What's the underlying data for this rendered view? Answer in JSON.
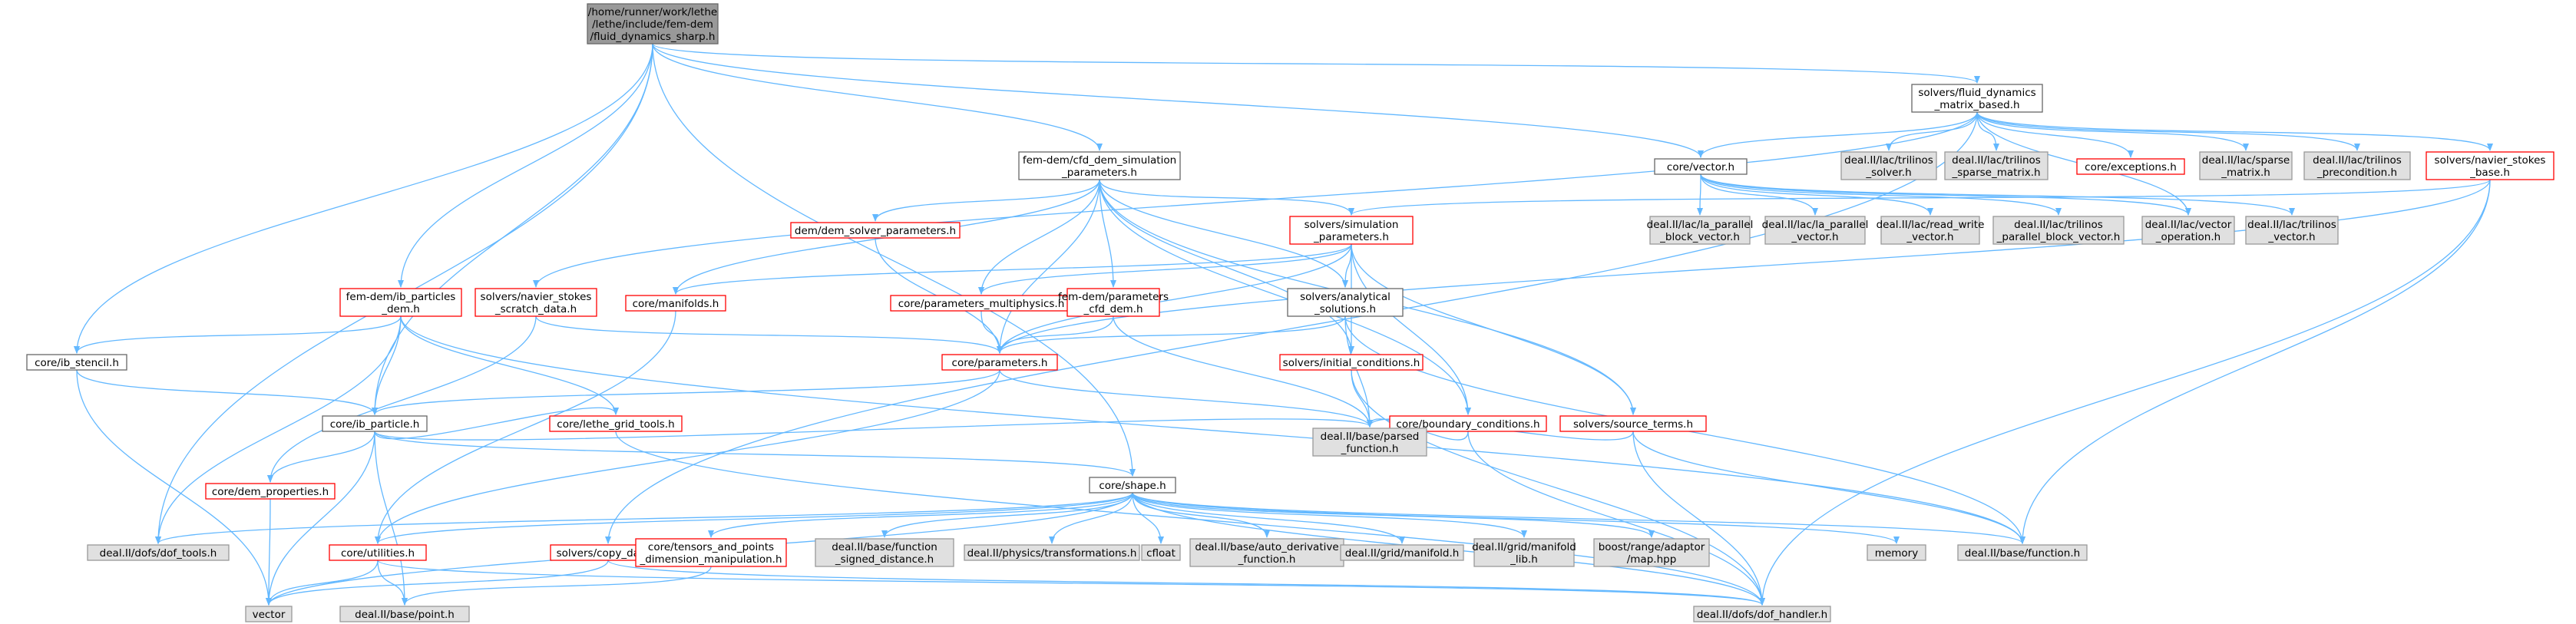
{
  "colors": {
    "edge": "#63b8ff",
    "root_fill": "#999999",
    "root_stroke": "#666666",
    "normal_fill": "#ffffff",
    "normal_stroke": "#666666",
    "red_stroke": "#ff0000",
    "external_fill": "#e0e0e0",
    "external_stroke": "#999999",
    "text": "#000000"
  },
  "nodes": [
    {
      "id": "root",
      "kind": "root",
      "lines": [
        "/home/runner/work/lethe",
        "/lethe/include/fem-dem",
        "/fluid_dynamics_sharp.h"
      ]
    },
    {
      "id": "fluid_matrix",
      "kind": "normal",
      "lines": [
        "solvers/fluid_dynamics",
        "_matrix_based.h"
      ]
    },
    {
      "id": "cfd_dem_params",
      "kind": "normal",
      "lines": [
        "fem-dem/cfd_dem_simulation",
        "_parameters.h"
      ]
    },
    {
      "id": "core_vector",
      "kind": "normal",
      "lines": [
        "core/vector.h"
      ]
    },
    {
      "id": "trilinos_solver",
      "kind": "external",
      "lines": [
        "deal.II/lac/trilinos",
        "_solver.h"
      ]
    },
    {
      "id": "trilinos_sparse_matrix",
      "kind": "external",
      "lines": [
        "deal.II/lac/trilinos",
        "_sparse_matrix.h"
      ]
    },
    {
      "id": "core_exceptions",
      "kind": "red",
      "lines": [
        "core/exceptions.h"
      ]
    },
    {
      "id": "sparse_matrix",
      "kind": "external",
      "lines": [
        "deal.II/lac/sparse",
        "_matrix.h"
      ]
    },
    {
      "id": "trilinos_precondition",
      "kind": "external",
      "lines": [
        "deal.II/lac/trilinos",
        "_precondition.h"
      ]
    },
    {
      "id": "ns_base",
      "kind": "red",
      "lines": [
        "solvers/navier_stokes",
        "_base.h"
      ]
    },
    {
      "id": "dem_solver_params",
      "kind": "red",
      "lines": [
        "dem/dem_solver_parameters.h"
      ]
    },
    {
      "id": "simulation_params",
      "kind": "red",
      "lines": [
        "solvers/simulation",
        "_parameters.h"
      ]
    },
    {
      "id": "la_parallel_block_vector",
      "kind": "external",
      "lines": [
        "deal.II/lac/la_parallel",
        "_block_vector.h"
      ]
    },
    {
      "id": "la_parallel_vector",
      "kind": "external",
      "lines": [
        "deal.II/lac/la_parallel",
        "_vector.h"
      ]
    },
    {
      "id": "read_write_vector",
      "kind": "external",
      "lines": [
        "deal.II/lac/read_write",
        "_vector.h"
      ]
    },
    {
      "id": "trilinos_parallel_block_vector",
      "kind": "external",
      "lines": [
        "deal.II/lac/trilinos",
        "_parallel_block_vector.h"
      ]
    },
    {
      "id": "vector_operation",
      "kind": "external",
      "lines": [
        "deal.II/lac/vector",
        "_operation.h"
      ]
    },
    {
      "id": "trilinos_vector",
      "kind": "external",
      "lines": [
        "deal.II/lac/trilinos",
        "_vector.h"
      ]
    },
    {
      "id": "ib_particles_dem",
      "kind": "red",
      "lines": [
        "fem-dem/ib_particles",
        "_dem.h"
      ]
    },
    {
      "id": "ns_scratch",
      "kind": "red",
      "lines": [
        "solvers/navier_stokes",
        "_scratch_data.h"
      ]
    },
    {
      "id": "core_manifolds",
      "kind": "red",
      "lines": [
        "core/manifolds.h"
      ]
    },
    {
      "id": "params_multiphysics",
      "kind": "red",
      "lines": [
        "core/parameters_multiphysics.h"
      ]
    },
    {
      "id": "params_cfd_dem",
      "kind": "red",
      "lines": [
        "fem-dem/parameters",
        "_cfd_dem.h"
      ]
    },
    {
      "id": "analytical_solutions",
      "kind": "normal",
      "lines": [
        "solvers/analytical",
        "_solutions.h"
      ]
    },
    {
      "id": "ib_stencil",
      "kind": "normal",
      "lines": [
        "core/ib_stencil.h"
      ]
    },
    {
      "id": "core_parameters",
      "kind": "red",
      "lines": [
        "core/parameters.h"
      ]
    },
    {
      "id": "initial_conditions",
      "kind": "red",
      "lines": [
        "solvers/initial_conditions.h"
      ]
    },
    {
      "id": "lethe_grid_tools",
      "kind": "red",
      "lines": [
        "core/lethe_grid_tools.h"
      ]
    },
    {
      "id": "ib_particle",
      "kind": "normal",
      "lines": [
        "core/ib_particle.h"
      ]
    },
    {
      "id": "boundary_conditions",
      "kind": "red",
      "lines": [
        "core/boundary_conditions.h"
      ]
    },
    {
      "id": "source_terms",
      "kind": "red",
      "lines": [
        "solvers/source_terms.h"
      ]
    },
    {
      "id": "parsed_function",
      "kind": "external",
      "lines": [
        "deal.II/base/parsed",
        "_function.h"
      ]
    },
    {
      "id": "dem_properties",
      "kind": "red",
      "lines": [
        "core/dem_properties.h"
      ]
    },
    {
      "id": "core_shape",
      "kind": "normal",
      "lines": [
        "core/shape.h"
      ]
    },
    {
      "id": "dof_tools",
      "kind": "external",
      "lines": [
        "deal.II/dofs/dof_tools.h"
      ]
    },
    {
      "id": "core_utilities",
      "kind": "red",
      "lines": [
        "core/utilities.h"
      ]
    },
    {
      "id": "copy_data",
      "kind": "red",
      "lines": [
        "solvers/copy_data.h"
      ]
    },
    {
      "id": "tensors_points",
      "kind": "red",
      "lines": [
        "core/tensors_and_points",
        "_dimension_manipulation.h"
      ]
    },
    {
      "id": "function_signed_distance",
      "kind": "external",
      "lines": [
        "deal.II/base/function",
        "_signed_distance.h"
      ]
    },
    {
      "id": "transformations",
      "kind": "external",
      "lines": [
        "deal.II/physics/transformations.h"
      ]
    },
    {
      "id": "cfloat",
      "kind": "external",
      "lines": [
        "cfloat"
      ]
    },
    {
      "id": "auto_derivative",
      "kind": "external",
      "lines": [
        "deal.II/base/auto_derivative",
        "_function.h"
      ]
    },
    {
      "id": "grid_manifold",
      "kind": "external",
      "lines": [
        "deal.II/grid/manifold.h"
      ]
    },
    {
      "id": "grid_manifold_lib",
      "kind": "external",
      "lines": [
        "deal.II/grid/manifold",
        "_lib.h"
      ]
    },
    {
      "id": "boost_map",
      "kind": "external",
      "lines": [
        "boost/range/adaptor",
        "/map.hpp"
      ]
    },
    {
      "id": "memory",
      "kind": "external",
      "lines": [
        "memory"
      ]
    },
    {
      "id": "base_function",
      "kind": "external",
      "lines": [
        "deal.II/base/function.h"
      ]
    },
    {
      "id": "vector_std",
      "kind": "external",
      "lines": [
        "vector"
      ]
    },
    {
      "id": "base_point",
      "kind": "external",
      "lines": [
        "deal.II/base/point.h"
      ]
    },
    {
      "id": "dof_handler",
      "kind": "external",
      "lines": [
        "deal.II/dofs/dof_handler.h"
      ]
    }
  ],
  "edges": [
    [
      "root",
      "fluid_matrix"
    ],
    [
      "root",
      "cfd_dem_params"
    ],
    [
      "root",
      "core_vector"
    ],
    [
      "root",
      "ib_particles_dem"
    ],
    [
      "root",
      "ib_stencil"
    ],
    [
      "root",
      "ib_particle"
    ],
    [
      "root",
      "core_shape"
    ],
    [
      "root",
      "dof_tools"
    ],
    [
      "fluid_matrix",
      "core_vector"
    ],
    [
      "fluid_matrix",
      "trilinos_solver"
    ],
    [
      "fluid_matrix",
      "trilinos_sparse_matrix"
    ],
    [
      "fluid_matrix",
      "core_exceptions"
    ],
    [
      "fluid_matrix",
      "sparse_matrix"
    ],
    [
      "fluid_matrix",
      "trilinos_precondition"
    ],
    [
      "fluid_matrix",
      "ns_base"
    ],
    [
      "fluid_matrix",
      "ns_scratch"
    ],
    [
      "fluid_matrix",
      "copy_data"
    ],
    [
      "fluid_matrix",
      "vector_operation"
    ],
    [
      "cfd_dem_params",
      "dem_solver_params"
    ],
    [
      "cfd_dem_params",
      "simulation_params"
    ],
    [
      "cfd_dem_params",
      "core_manifolds"
    ],
    [
      "cfd_dem_params",
      "params_multiphysics"
    ],
    [
      "cfd_dem_params",
      "params_cfd_dem"
    ],
    [
      "cfd_dem_params",
      "analytical_solutions"
    ],
    [
      "cfd_dem_params",
      "core_parameters"
    ],
    [
      "cfd_dem_params",
      "initial_conditions"
    ],
    [
      "cfd_dem_params",
      "boundary_conditions"
    ],
    [
      "cfd_dem_params",
      "source_terms"
    ],
    [
      "core_vector",
      "la_parallel_block_vector"
    ],
    [
      "core_vector",
      "la_parallel_vector"
    ],
    [
      "core_vector",
      "read_write_vector"
    ],
    [
      "core_vector",
      "trilinos_parallel_block_vector"
    ],
    [
      "core_vector",
      "vector_operation"
    ],
    [
      "core_vector",
      "trilinos_vector"
    ],
    [
      "ns_base",
      "simulation_params"
    ],
    [
      "ns_base",
      "core_parameters"
    ],
    [
      "ns_base",
      "base_function"
    ],
    [
      "ns_base",
      "dof_handler"
    ],
    [
      "dem_solver_params",
      "core_parameters"
    ],
    [
      "simulation_params",
      "core_manifolds"
    ],
    [
      "simulation_params",
      "params_multiphysics"
    ],
    [
      "simulation_params",
      "analytical_solutions"
    ],
    [
      "simulation_params",
      "core_parameters"
    ],
    [
      "simulation_params",
      "initial_conditions"
    ],
    [
      "simulation_params",
      "boundary_conditions"
    ],
    [
      "simulation_params",
      "source_terms"
    ],
    [
      "ib_particles_dem",
      "ib_stencil"
    ],
    [
      "ib_particles_dem",
      "ib_particle"
    ],
    [
      "ib_particles_dem",
      "lethe_grid_tools"
    ],
    [
      "ib_particles_dem",
      "dof_tools"
    ],
    [
      "ib_particles_dem",
      "base_function"
    ],
    [
      "ns_scratch",
      "core_parameters"
    ],
    [
      "ns_scratch",
      "dem_properties"
    ],
    [
      "core_manifolds",
      "core_utilities"
    ],
    [
      "params_multiphysics",
      "core_parameters"
    ],
    [
      "params_cfd_dem",
      "core_parameters"
    ],
    [
      "params_cfd_dem",
      "parsed_function"
    ],
    [
      "analytical_solutions",
      "core_parameters"
    ],
    [
      "analytical_solutions",
      "parsed_function"
    ],
    [
      "analytical_solutions",
      "base_function"
    ],
    [
      "ib_stencil",
      "ib_particle"
    ],
    [
      "ib_stencil",
      "vector_std"
    ],
    [
      "core_parameters",
      "ib_particle"
    ],
    [
      "core_parameters",
      "parsed_function"
    ],
    [
      "core_parameters",
      "core_utilities"
    ],
    [
      "initial_conditions",
      "parsed_function"
    ],
    [
      "initial_conditions",
      "dof_handler"
    ],
    [
      "boundary_conditions",
      "parsed_function"
    ],
    [
      "boundary_conditions",
      "dof_handler"
    ],
    [
      "source_terms",
      "parsed_function"
    ],
    [
      "source_terms",
      "base_function"
    ],
    [
      "source_terms",
      "dof_handler"
    ],
    [
      "ib_particle",
      "dem_properties"
    ],
    [
      "ib_particle",
      "core_shape"
    ],
    [
      "ib_particle",
      "parsed_function"
    ],
    [
      "ib_particle",
      "vector_std"
    ],
    [
      "ib_particle",
      "base_point"
    ],
    [
      "ib_particle",
      "lethe_grid_tools"
    ],
    [
      "lethe_grid_tools",
      "dof_handler"
    ],
    [
      "dem_properties",
      "vector_std"
    ],
    [
      "core_shape",
      "dof_tools"
    ],
    [
      "core_shape",
      "core_utilities"
    ],
    [
      "core_shape",
      "tensors_points"
    ],
    [
      "core_shape",
      "function_signed_distance"
    ],
    [
      "core_shape",
      "transformations"
    ],
    [
      "core_shape",
      "cfloat"
    ],
    [
      "core_shape",
      "auto_derivative"
    ],
    [
      "core_shape",
      "grid_manifold"
    ],
    [
      "core_shape",
      "grid_manifold_lib"
    ],
    [
      "core_shape",
      "boost_map"
    ],
    [
      "core_shape",
      "memory"
    ],
    [
      "core_shape",
      "base_function"
    ],
    [
      "core_shape",
      "dof_handler"
    ],
    [
      "core_shape",
      "vector_std"
    ],
    [
      "core_utilities",
      "vector_std"
    ],
    [
      "core_utilities",
      "base_point"
    ],
    [
      "core_utilities",
      "dof_handler"
    ],
    [
      "copy_data",
      "vector_std"
    ],
    [
      "copy_data",
      "dof_handler"
    ],
    [
      "tensors_points",
      "base_point"
    ]
  ]
}
